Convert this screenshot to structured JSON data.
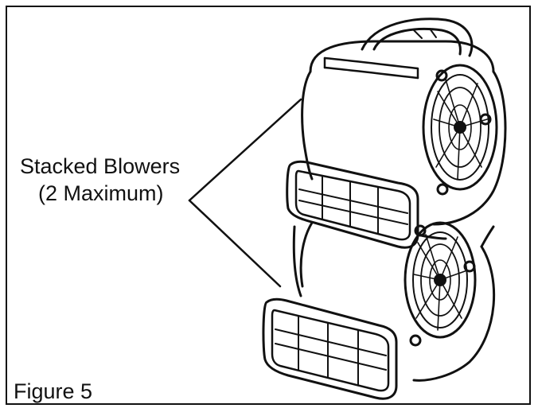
{
  "callout": {
    "line1": "Stacked Blowers",
    "line2": "(2 Maximum)"
  },
  "figure": {
    "label": "Figure 5"
  },
  "colors": {
    "ink": "#111111",
    "paper": "#ffffff"
  }
}
